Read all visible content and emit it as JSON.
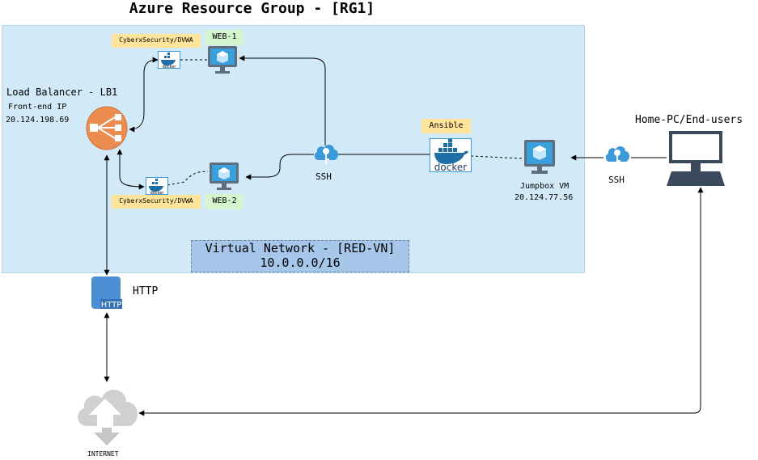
{
  "title": "Azure Resource Group - [RG1]",
  "vnet": {
    "line1": "Virtual Network - [RED-VN]",
    "line2": "10.0.0.0/16"
  },
  "load_balancer": {
    "title": "Load Balancer - LB1",
    "label": "Front-end IP",
    "ip": "20.124.198.69"
  },
  "web1": {
    "name": "WEB-1",
    "container": "CyberxSecurity/DVWA"
  },
  "web2": {
    "name": "WEB-2",
    "container": "CyberxSecurity/DVWA"
  },
  "ssh_internal": "SSH",
  "ssh_external": "SSH",
  "ansible": "Ansible",
  "jumpbox": {
    "name": "Jumpbox VM",
    "ip": "20.124.77.56"
  },
  "home_pc": "Home-PC/End-users",
  "http": {
    "label": "HTTP",
    "badge": "HTTP"
  },
  "internet": "INTERNET",
  "docker_text": "docker",
  "colors": {
    "vnet_bg": "#d2eaf7",
    "lb_orange": "#ec8c4e",
    "azure_blue": "#3a9ad9",
    "pc_dark": "#3a4a5c"
  }
}
